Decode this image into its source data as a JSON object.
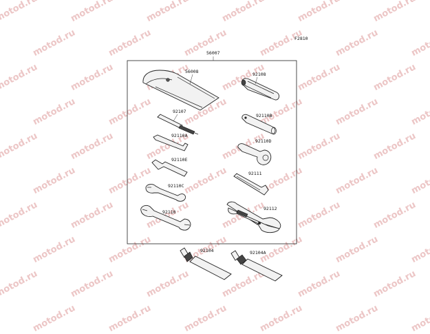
{
  "figure_code": "F2810",
  "watermark_text": "motod.ru",
  "assembly": {
    "part_number": "56007"
  },
  "parts": [
    {
      "id": "bag",
      "part_number": "56008"
    },
    {
      "id": "screwdriver",
      "part_number": "92107"
    },
    {
      "id": "hex-wrench-a",
      "part_number": "92110A"
    },
    {
      "id": "hex-wrench-e",
      "part_number": "92110E"
    },
    {
      "id": "wrench-c",
      "part_number": "92110C"
    },
    {
      "id": "wrench",
      "part_number": "92110"
    },
    {
      "id": "handle",
      "part_number": "92108"
    },
    {
      "id": "socket-wrench-b",
      "part_number": "92110B"
    },
    {
      "id": "ring-wrench-d",
      "part_number": "92110D"
    },
    {
      "id": "pin-wrench",
      "part_number": "92111"
    },
    {
      "id": "pliers",
      "part_number": "92112"
    },
    {
      "id": "tube",
      "part_number": "92104"
    },
    {
      "id": "tube-a",
      "part_number": "92104A"
    }
  ]
}
